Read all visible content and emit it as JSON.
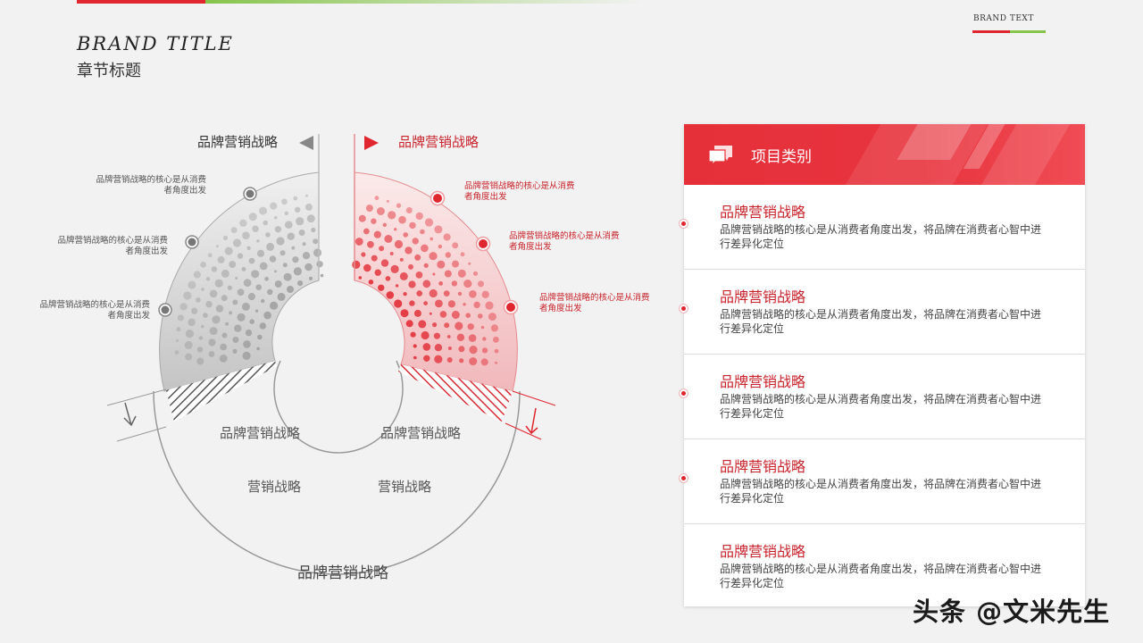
{
  "header": {
    "brand_title": "BRAND  TITLE",
    "chapter_title": "章节标题",
    "brand_text": "BRAND  TEXT"
  },
  "colors": {
    "accent_red": "#e0262f",
    "accent_green": "#86c44b",
    "gray": "#9a9a9a"
  },
  "diagram": {
    "left_heading": "品牌营销战略",
    "right_heading": "品牌营销战略",
    "left_notes": [
      {
        "line1": "品牌营销战略的核心是从消费",
        "line2": "者角度出发"
      },
      {
        "line1": "品牌营销战略的核心是从消费",
        "line2": "者角度出发"
      },
      {
        "line1": "品牌营销战略的核心是从消费",
        "line2": "者角度出发"
      }
    ],
    "right_notes": [
      {
        "line1": "品牌营销战略的核心是从消费",
        "line2": "者角度出发"
      },
      {
        "line1": "品牌营销战略的核心是从消费",
        "line2": "者角度出发"
      },
      {
        "line1": "品牌营销战略的核心是从消费",
        "line2": "者角度出发"
      }
    ],
    "lower_left_label": "品牌营销战略",
    "lower_right_label": "品牌营销战略",
    "inner_left_label": "营销战略",
    "inner_right_label": "营销战略",
    "bottom_label": "品牌营销战略"
  },
  "panel": {
    "icon": "chat-bubbles-icon",
    "header_label": "项目类别",
    "items": [
      {
        "title": "品牌营销战略",
        "desc": "品牌营销战略的核心是从消费者角度出发，将品牌在消费者心智中进行差异化定位"
      },
      {
        "title": "品牌营销战略",
        "desc": "品牌营销战略的核心是从消费者角度出发，将品牌在消费者心智中进行差异化定位"
      },
      {
        "title": "品牌营销战略",
        "desc": "品牌营销战略的核心是从消费者角度出发，将品牌在消费者心智中进行差异化定位"
      },
      {
        "title": "品牌营销战略",
        "desc": "品牌营销战略的核心是从消费者角度出发，将品牌在消费者心智中进行差异化定位"
      },
      {
        "title": "品牌营销战略",
        "desc": "品牌营销战略的核心是从消费者角度出发，将品牌在消费者心智中进行差异化定位"
      }
    ]
  },
  "watermark": "头条 @文米先生"
}
